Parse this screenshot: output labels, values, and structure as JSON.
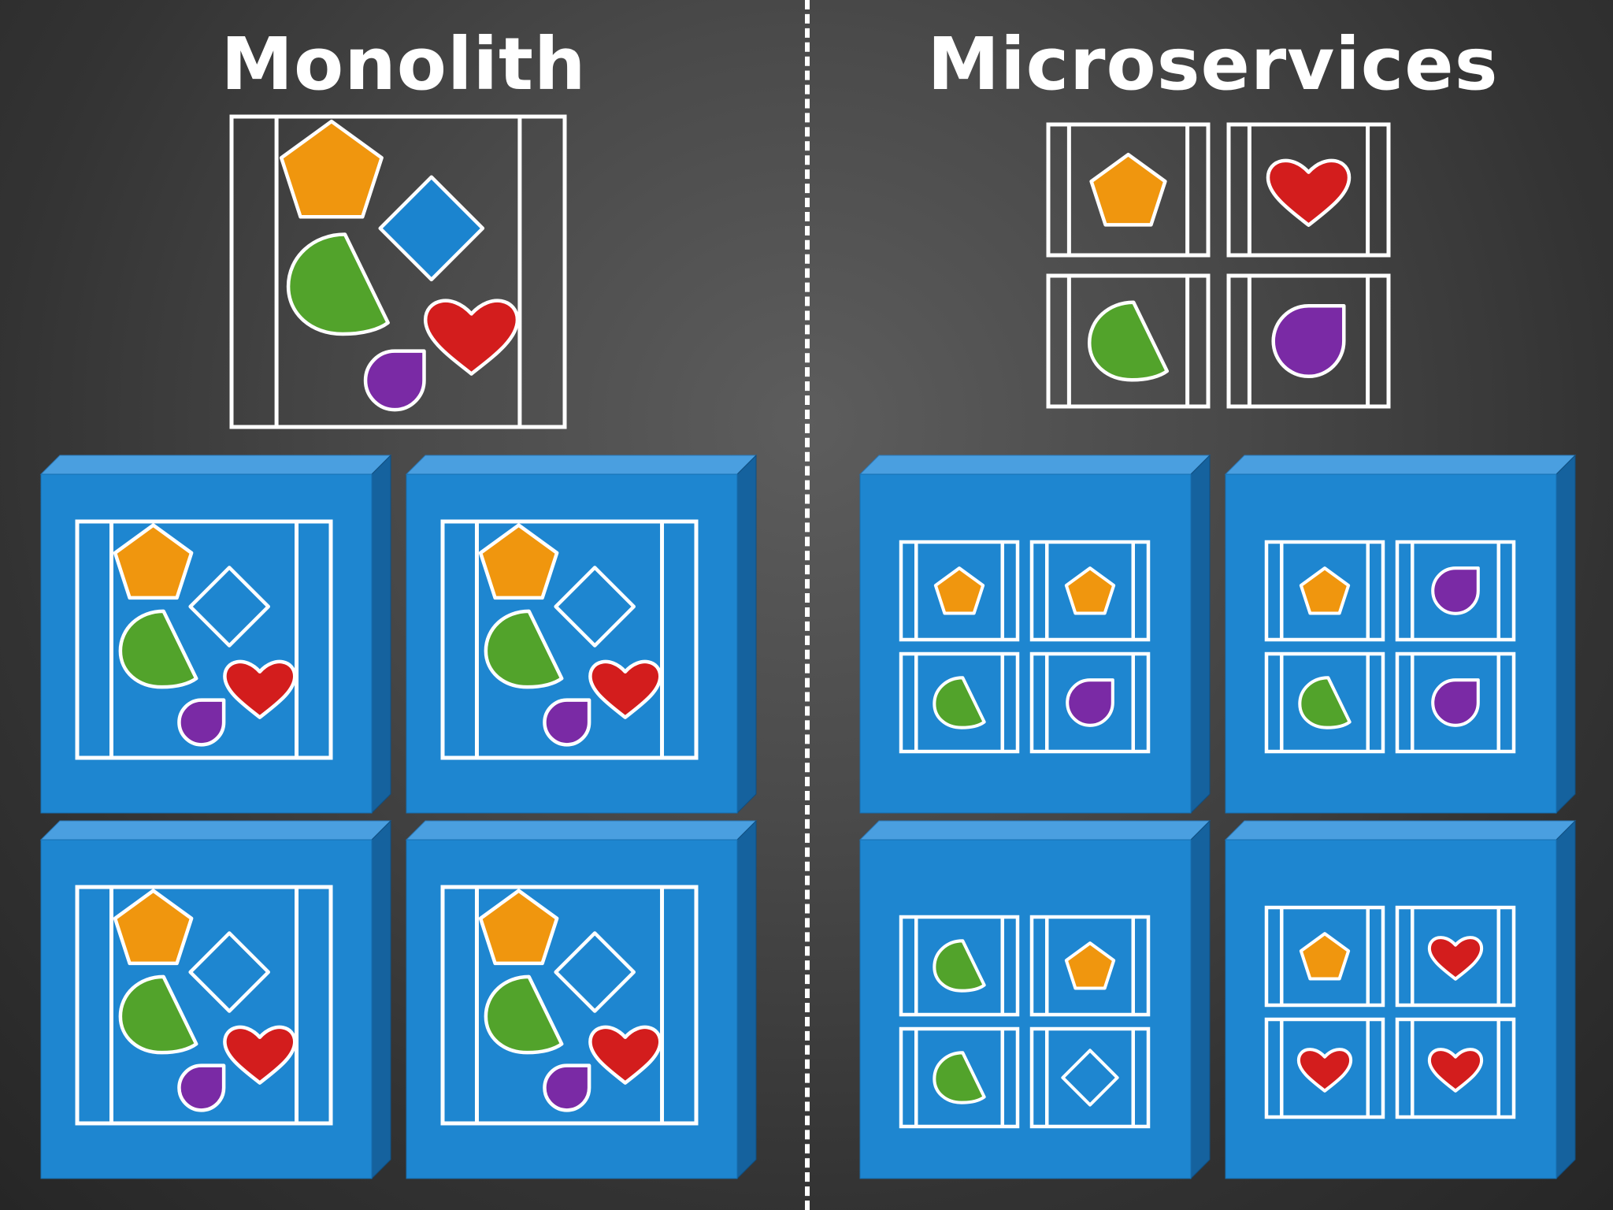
{
  "titles": {
    "monolith": "Monolith",
    "microservices": "Microservices"
  },
  "colors": {
    "background": "#3a3a3a",
    "server_front": "#1e86d0",
    "server_top": "#4a9fe0",
    "server_side": "#15629e",
    "line": "#ffffff",
    "pentagon": "#f0960e",
    "diamond": "#1b84cf",
    "wedge": "#52a32b",
    "heart": "#d31d1d",
    "drop": "#7a2aa5"
  },
  "monolith": {
    "app_shapes": [
      "pentagon",
      "diamond",
      "wedge",
      "heart",
      "drop"
    ],
    "servers": [
      {
        "app_shapes": [
          "pentagon",
          "diamond-outline",
          "wedge",
          "heart",
          "drop"
        ]
      },
      {
        "app_shapes": [
          "pentagon",
          "diamond-outline",
          "wedge",
          "heart",
          "drop"
        ]
      },
      {
        "app_shapes": [
          "pentagon",
          "diamond-outline",
          "wedge",
          "heart",
          "drop"
        ]
      },
      {
        "app_shapes": [
          "pentagon",
          "diamond-outline",
          "wedge",
          "heart",
          "drop"
        ]
      }
    ]
  },
  "microservices": {
    "services": [
      "pentagon",
      "heart",
      "wedge",
      "drop"
    ],
    "servers": [
      {
        "services": [
          "pentagon",
          "pentagon",
          "wedge",
          "drop"
        ]
      },
      {
        "services": [
          "pentagon",
          "drop",
          "wedge",
          "drop"
        ]
      },
      {
        "services": [
          "wedge",
          "pentagon",
          "wedge",
          "diamond-outline"
        ]
      },
      {
        "services": [
          "pentagon",
          "heart",
          "heart",
          "heart"
        ]
      }
    ]
  }
}
